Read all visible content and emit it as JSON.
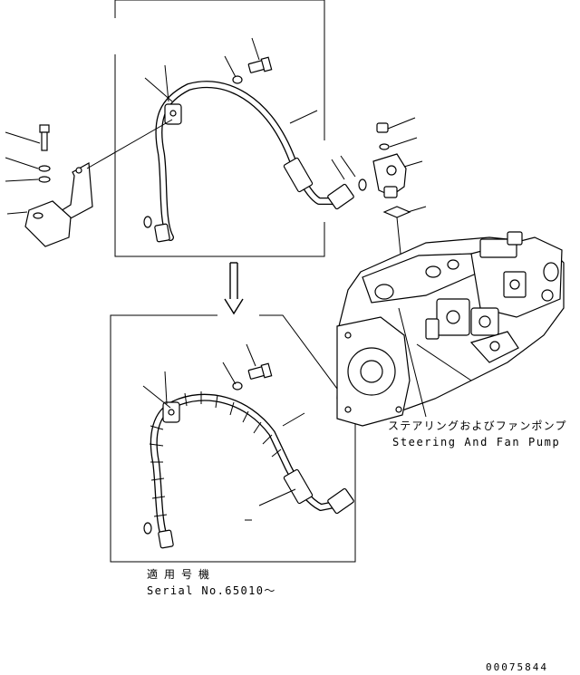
{
  "labels": {
    "pump_jp": "ステアリングおよびファンポンプ",
    "pump_en": "Steering And Fan Pump",
    "serial_jp": "適 用 号 機",
    "serial_en": "Serial No.65010～",
    "drawing_number": "00075844"
  },
  "icons": {
    "arrow": "arrow-down-icon"
  }
}
